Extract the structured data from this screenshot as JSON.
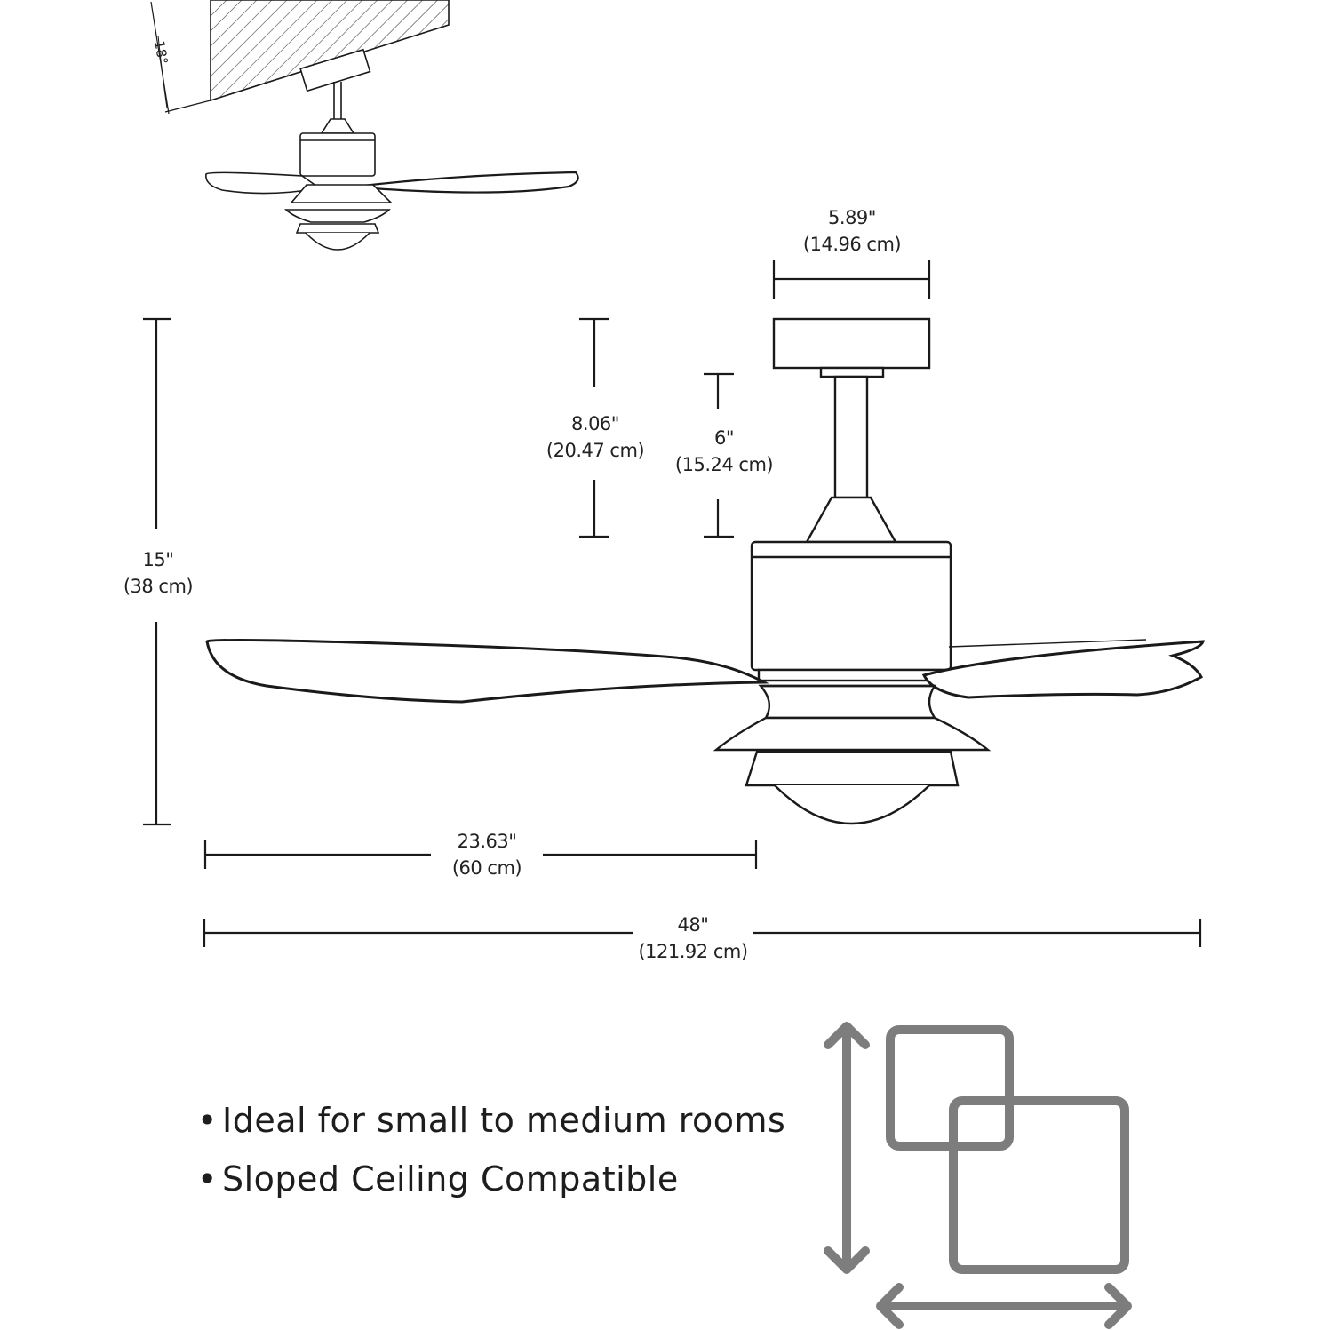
{
  "colors": {
    "line": "#1a1a1a",
    "icon": "#7d7d7d",
    "background": "#ffffff"
  },
  "slope": {
    "angle_label": "18°"
  },
  "dimensions": {
    "mount_width": {
      "inches": "5.89\"",
      "cm": "(14.96 cm)"
    },
    "mount_height": {
      "inches": "8.06\"",
      "cm": "(20.47 cm)"
    },
    "downrod": {
      "inches": "6\"",
      "cm": "(15.24 cm)"
    },
    "total_height": {
      "inches": "15\"",
      "cm": "(38 cm)"
    },
    "blade_length": {
      "inches": "23.63\"",
      "cm": "(60 cm)"
    },
    "diameter": {
      "inches": "48\"",
      "cm": "(121.92 cm)"
    }
  },
  "features": [
    "Ideal for small to medium rooms",
    "Sloped Ceiling Compatible"
  ],
  "icons": {
    "room_size": "room-size-icon"
  }
}
